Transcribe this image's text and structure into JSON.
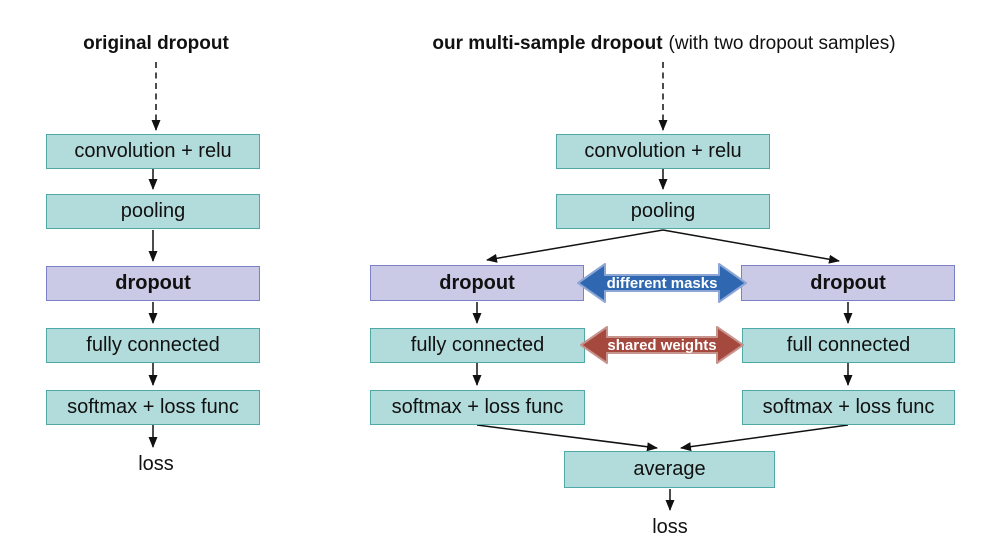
{
  "figure": {
    "left_panel": {
      "title": "original dropout",
      "boxes": {
        "conv": "convolution + relu",
        "pooling": "pooling",
        "dropout": "dropout",
        "fully_connected": "fully connected",
        "softmax": "softmax + loss func"
      },
      "output_label": "loss"
    },
    "right_panel": {
      "title_bold": "our multi-sample dropout",
      "title_suffix": "(with two dropout samples)",
      "boxes": {
        "conv": "convolution + relu",
        "pooling": "pooling",
        "dropout_left": "dropout",
        "dropout_right": "dropout",
        "fully_connected_left": "fully connected",
        "fully_connected_right": "full connected",
        "softmax_left": "softmax + loss func",
        "softmax_right": "softmax + loss func",
        "average": "average"
      },
      "connectors": {
        "different_masks": "different masks",
        "shared_weights": "shared weights"
      },
      "output_label": "loss"
    },
    "colors": {
      "layer_box_fill": "#b2dbdb",
      "layer_box_border": "#4fa9a7",
      "dropout_box_fill": "#cbcae6",
      "dropout_box_border": "#7c80c4",
      "masks_arrow_fill": "#2f68b0",
      "masks_arrow_border": "#8ca6d6",
      "weights_arrow_fill": "#a5493f",
      "weights_arrow_border": "#c7938d",
      "line_color": "#111111"
    }
  }
}
